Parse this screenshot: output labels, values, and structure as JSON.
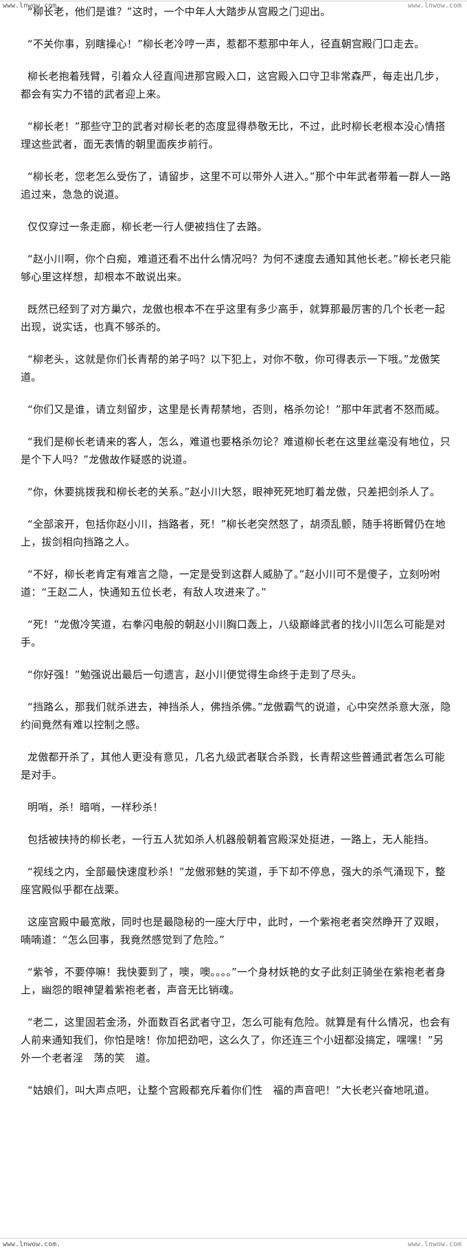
{
  "watermarks": {
    "top_left": "www.lnwow.com.",
    "top_right": "www.lnwow.com",
    "bottom_left": "www.lnwow.com.",
    "bottom_right": "www.lnwow.com"
  },
  "paragraphs": [
    "“柳长老，他们是谁？”这时，一个中年人大踏步从宫殿之门迎出。",
    "“不关你事，别瞎操心！”柳长老冷哼一声，惹都不惹那中年人，径直朝宫殿门口走去。",
    "柳长老抱着残臂，引着众人径直闯进那宫殿入口，这宫殿入口守卫非常森严，每走出几步，都会有实力不错的武者迎上来。",
    "“柳长老！”那些守卫的武者对柳长老的态度显得恭敬无比，不过，此时柳长老根本没心情搭理这些武者，面无表情的朝里面疾步前行。",
    "“柳长老，您老怎么受伤了，请留步，这里不可以带外人进入。”那个中年武者带着一群人一路追过来，急急的说道。",
    "仅仅穿过一条走廊，柳长老一行人便被挡住了去路。",
    "“赵小川啊，你个白痴，难道还看不出什么情况吗？为何不速度去通知其他长老。”柳长老只能够心里这样想，却根本不敢说出来。",
    "既然已经到了对方巢穴，龙傲也根本不在乎这里有多少高手，就算那最厉害的几个长老一起出现，说实话，也真不够杀的。",
    "“柳老头，这就是你们长青帮的弟子吗？以下犯上，对你不敬，你可得表示一下哦。”龙傲笑道。",
    "“你们又是谁，请立刻留步，这里是长青帮禁地，否则，格杀勿论！”那中年武者不怒而威。",
    "“我们是柳长老请来的客人，怎么，难道也要格杀勿论？难道柳长老在这里丝毫没有地位，只是个下人吗？”龙傲故作疑惑的说道。",
    "“你，休要挑拨我和柳长老的关系。”赵小川大怒，眼神死死地盯着龙傲，只差把剑杀人了。",
    "“全部滚开，包括你赵小川，挡路者，死！”柳长老突然怒了，胡须乱颤，随手将断臂仍在地上，拔剑相向挡路之人。",
    "“不好，柳长老肯定有难言之隐，一定是受到这群人威胁了。”赵小川可不是傻子，立刻吩咐道：“王赵二人，快通知五位长老，有敌人攻进来了。”",
    "“死！”龙傲冷笑道，右拳闪电般的朝赵小川胸口轰上，八级巅峰武者的找小川怎么可能是对手。",
    "“你好强！”勉强说出最后一句遗言，赵小川便觉得生命终于走到了尽头。",
    "“挡路么，那我们就杀进去，神挡杀人，佛挡杀佛。”龙傲霸气的说道，心中突然杀意大涨，隐约间竟然有难以控制之感。",
    "龙傲都开杀了，其他人更没有意见，几名九级武者联合杀戮，长青帮这些普通武者怎么可能是对手。",
    "明哨，杀！暗哨，一样秒杀！",
    "包括被挟持的柳长老，一行五人犹如杀人机器般朝着宫殿深处挺进，一路上，无人能挡。",
    "“视线之内，全部最快速度秒杀！”龙傲邪魅的笑道，手下却不停息，强大的杀气涌现下，整座宫殿似乎都在战栗。",
    "这座宫殿中最宽敞，同时也是最隐秘的一座大厅中，此时，一个紫袍老者突然睁开了双眼，喃喃道：“怎么回事，我竟然感觉到了危险。”",
    "“紫爷，不要停嘛！我快要到了，噢，噢。。。。”一个身材妖艳的女子此刻正骑坐在紫袍老者身上，幽怨的眼神望着紫袍老者，声音无比销魂。",
    "“老二，这里固若金汤，外面数百名武者守卫，怎么可能有危险。就算是有什么情况，也会有人前来通知我们，你怕是啥！你加把劲吧，这么久了，你还连三个小妞都没搞定，嘿嘿！”另外一个老者淫　荡的笑　道。",
    "“姑娘们，叫大声点吧，让整个宫殿都充斥着你们性　福的声音吧！”大长老兴奋地吼道。"
  ]
}
